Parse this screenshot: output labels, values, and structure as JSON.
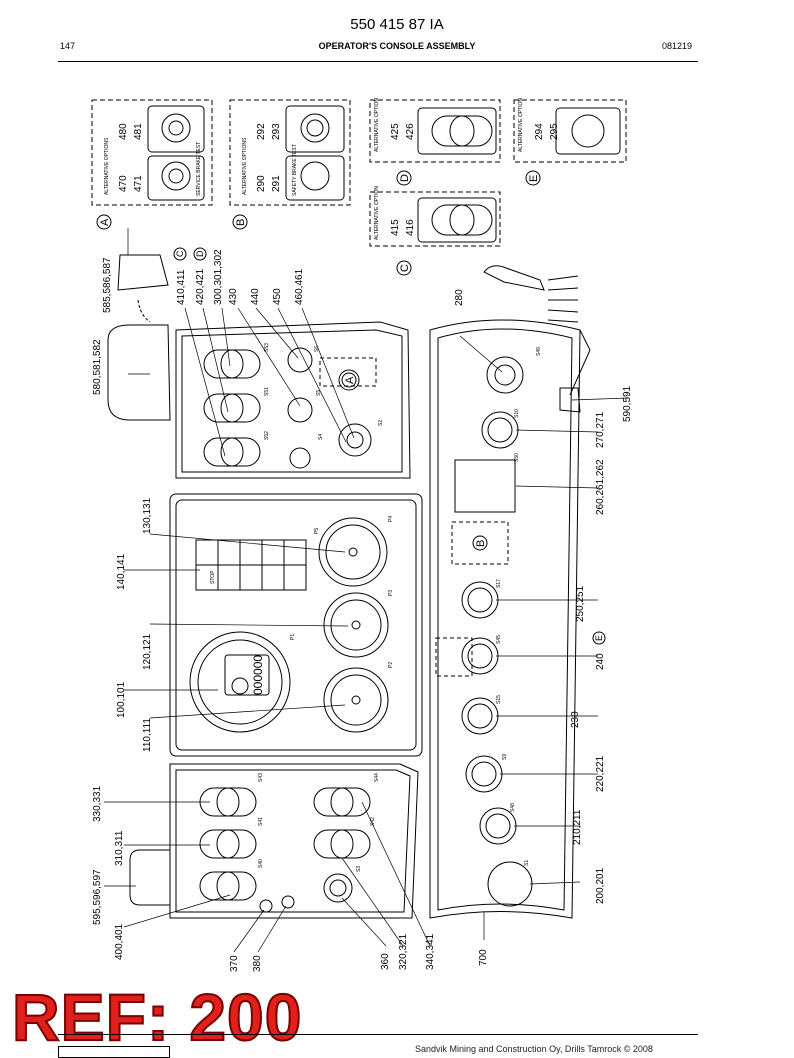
{
  "header": {
    "doc_number": "550 415 87 IA",
    "page": "147",
    "title": "OPERATOR'S CONSOLE ASSEMBLY",
    "date_code": "081219"
  },
  "ref_stamp": "REF: 200",
  "footer": {
    "copyright": "Sandvik Mining and Construction Oy, Drills Tamrock © 2008"
  },
  "callouts": {
    "left": [
      "585,586,587",
      "580,581,582",
      "130,131",
      "140,141",
      "120,121",
      "100,101",
      "110,111",
      "330,331",
      "310,311",
      "595,596,597",
      "400,401"
    ],
    "top": [
      "410,411",
      "420,421",
      "300,301,302",
      "430",
      "440",
      "450",
      "460,461"
    ],
    "right": [
      "280",
      "590,591",
      "270,271",
      "260,261,262",
      "250,251",
      "240",
      "230",
      "220,221",
      "210,211",
      "200,201"
    ],
    "bottom": [
      "370",
      "380",
      "360",
      "320,321",
      "340,341",
      "700"
    ]
  },
  "letters": [
    "A",
    "B",
    "C",
    "D",
    "E"
  ],
  "options": {
    "alt_options": "ALTERNATIVE OPTIONS",
    "alt_option": "ALTERNATIVE OPTION",
    "A": [
      "470",
      "471",
      "480",
      "481"
    ],
    "B": [
      "290",
      "291",
      "292",
      "293"
    ],
    "C": [
      "415",
      "416"
    ],
    "D": [
      "425",
      "426"
    ],
    "E": [
      "294",
      "295"
    ],
    "service_brake": "SERVICE BRAKE TEST",
    "safety_brake": "SAFETY BRAKE TEST"
  },
  "display_counter": "000000",
  "panel_labels": [
    "S43",
    "S44",
    "S41",
    "S42",
    "S40",
    "S3",
    "S5",
    "S6",
    "S4",
    "S2",
    "S52",
    "S53",
    "S51",
    "S49",
    "S10",
    "S50",
    "S17",
    "S45",
    "S15",
    "S9",
    "S48",
    "S1",
    "P1",
    "P2",
    "P3",
    "P4",
    "P5",
    "STOP"
  ]
}
